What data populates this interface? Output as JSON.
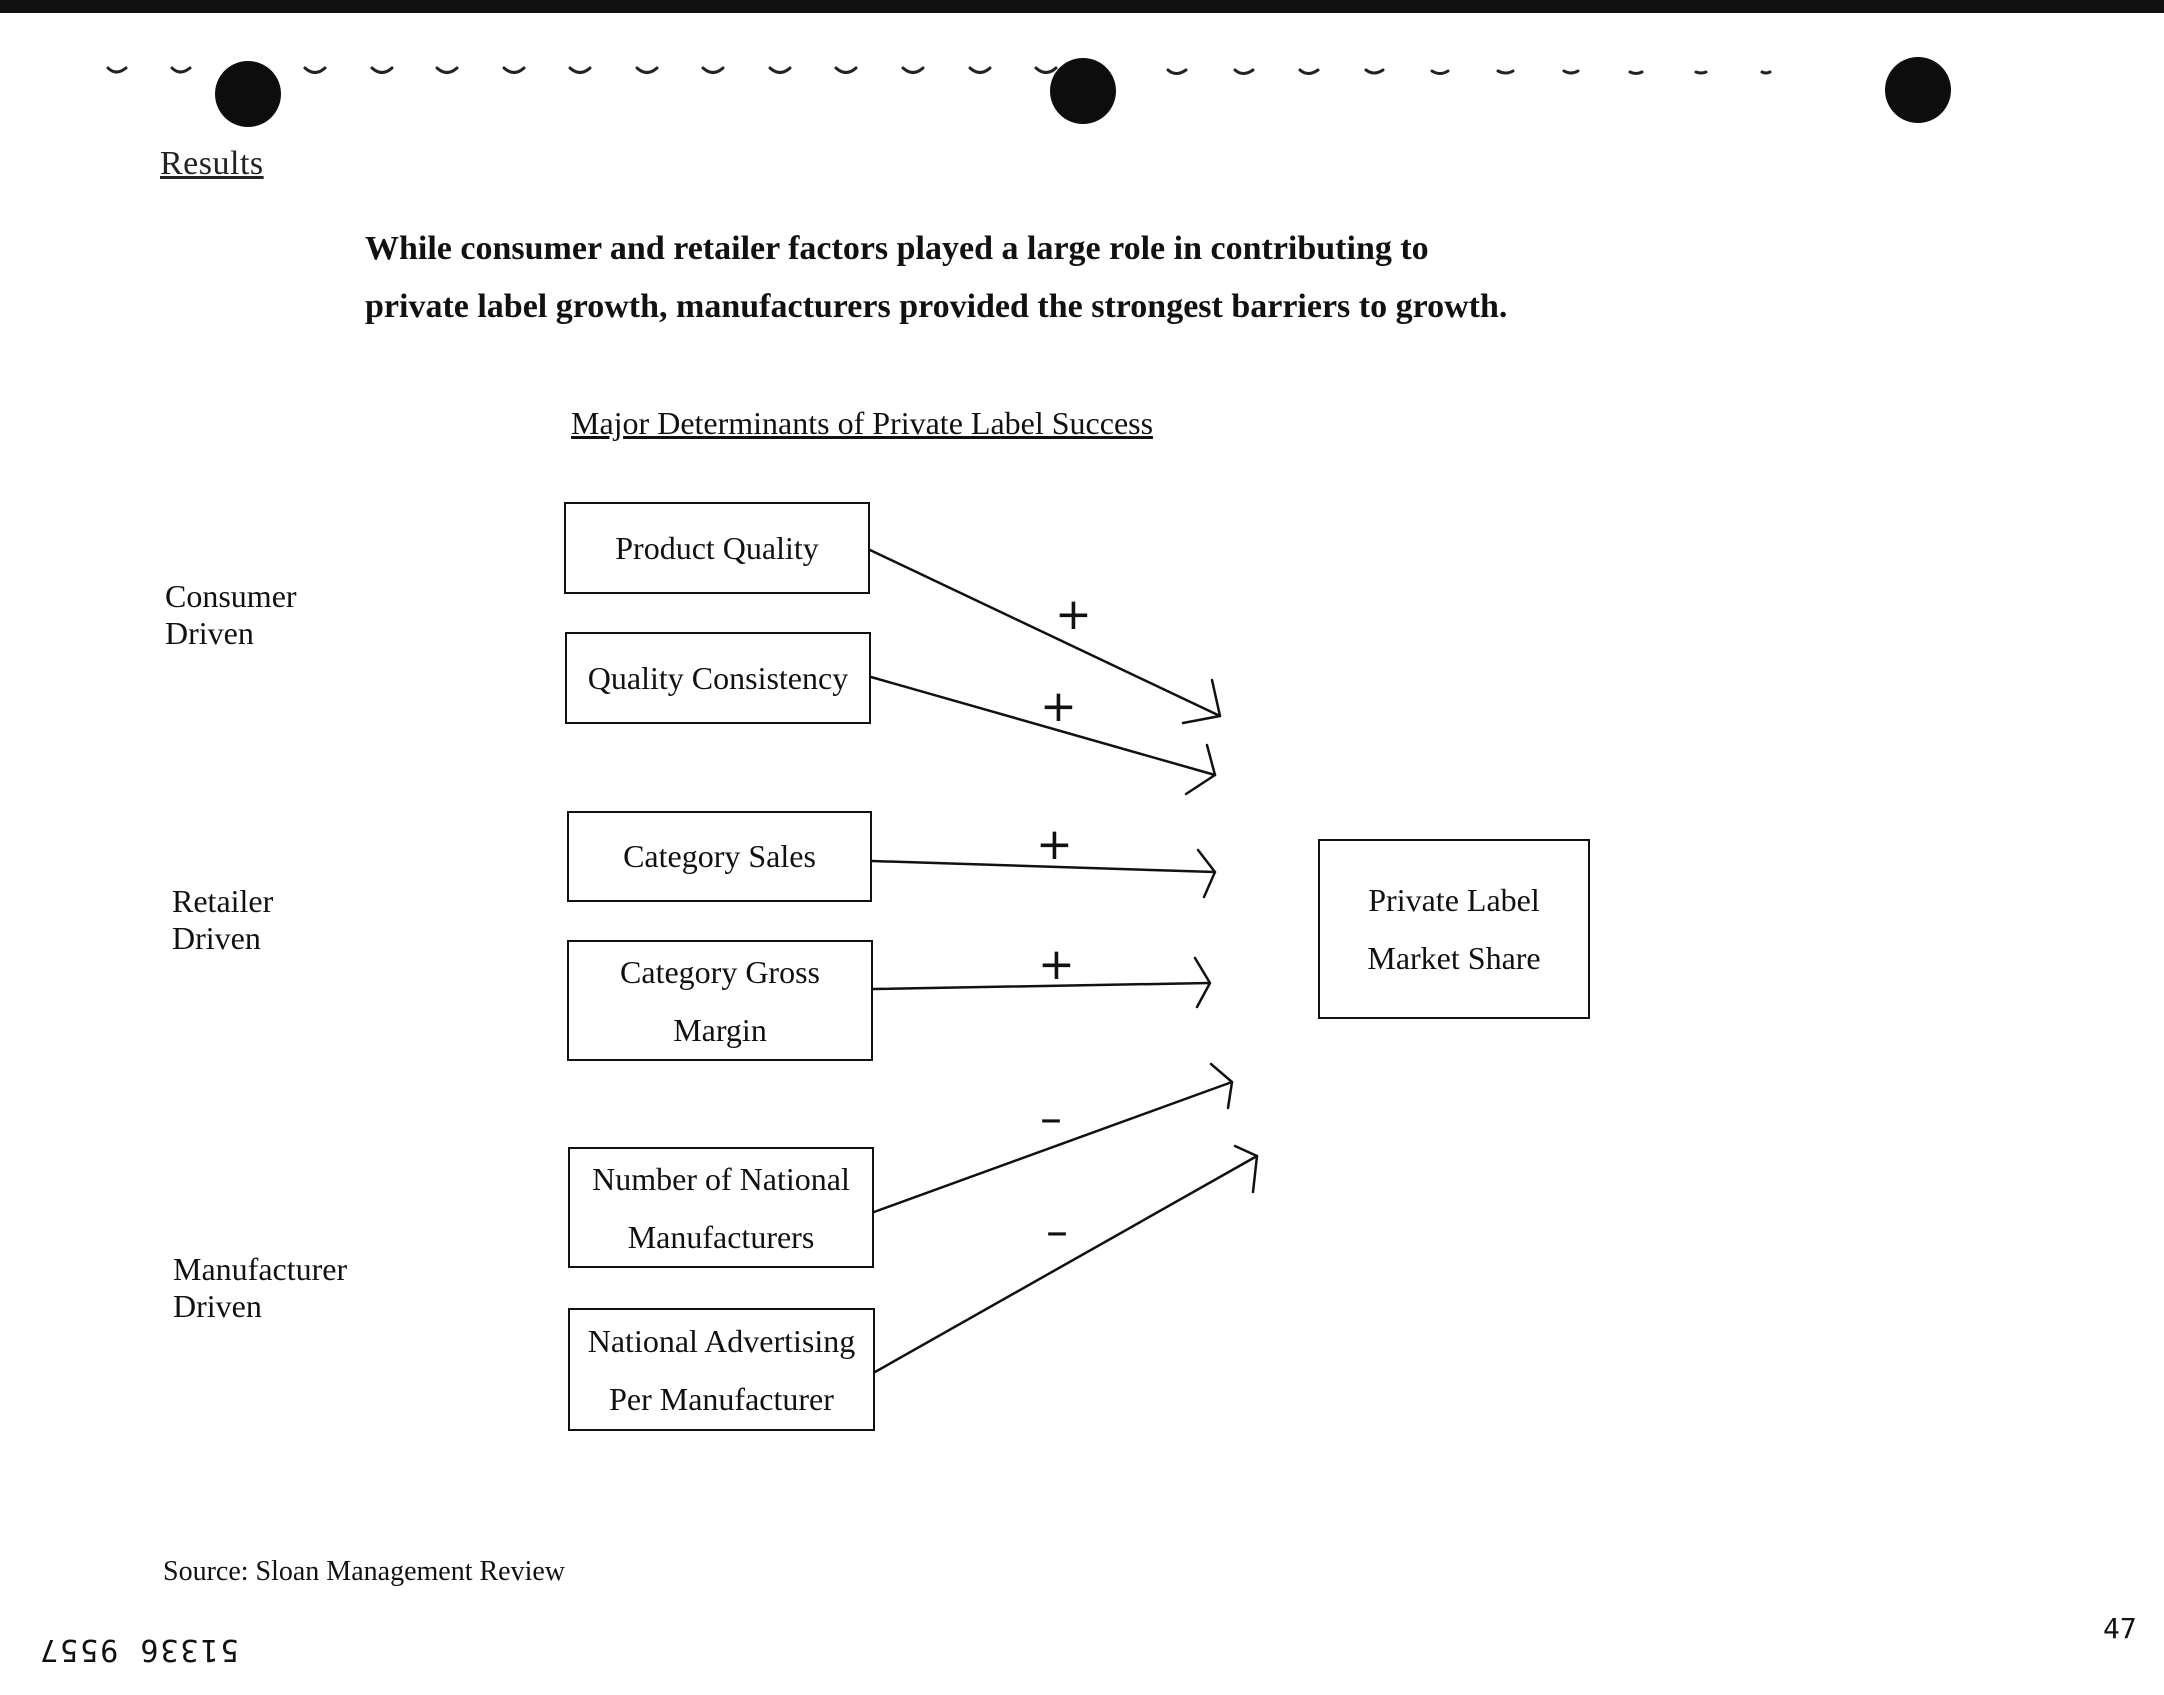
{
  "section_heading": "Results",
  "intro": {
    "line1": "While consumer and retailer factors played a large role in contributing to",
    "line2": "private label growth, manufacturers provided the strongest barriers to growth."
  },
  "diagram": {
    "title": "Major Determinants of Private Label Success",
    "groups": {
      "consumer": [
        "Consumer",
        "Driven"
      ],
      "retailer": [
        "Retailer",
        "Driven"
      ],
      "manufacturer": [
        "Manufacturer",
        "Driven"
      ]
    },
    "factors": {
      "product_quality": {
        "lines": [
          "Product Quality"
        ],
        "sign": "+"
      },
      "quality_consistency": {
        "lines": [
          "Quality Consistency"
        ],
        "sign": "+"
      },
      "category_sales": {
        "lines": [
          "Category Sales"
        ],
        "sign": "+"
      },
      "category_gross_margin": {
        "lines": [
          "Category Gross",
          "Margin"
        ],
        "sign": "+"
      },
      "national_manufacturers": {
        "lines": [
          "Number of National",
          "Manufacturers"
        ],
        "sign": "–"
      },
      "national_advertising": {
        "lines": [
          "National Advertising",
          "Per Manufacturer"
        ],
        "sign": "–"
      }
    },
    "outcome": [
      "Private Label",
      "Market Share"
    ]
  },
  "source": "Source:  Sloan Management Review",
  "doc_stamp": "51336 9557",
  "page_number": "47"
}
